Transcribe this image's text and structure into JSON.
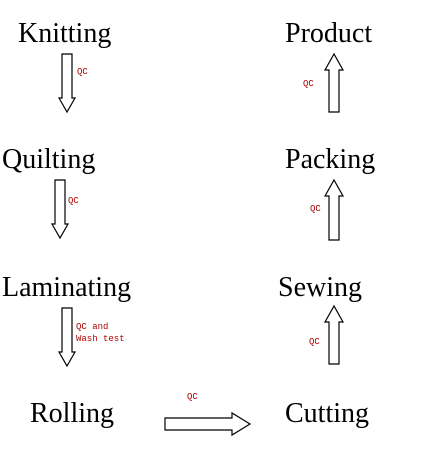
{
  "steps": {
    "knitting": "Knitting",
    "quilting": "Quilting",
    "laminating": "Laminating",
    "rolling": "Rolling",
    "cutting": "Cutting",
    "sewing": "Sewing",
    "packing": "Packing",
    "product": "Product"
  },
  "qc_labels": {
    "knitting_to_quilting": "QC",
    "quilting_to_laminating": "QC",
    "laminating_to_rolling_line1": "QC and",
    "laminating_to_rolling_line2": "Wash test",
    "rolling_to_cutting": "QC",
    "cutting_to_sewing": "QC",
    "sewing_to_packing": "QC",
    "packing_to_product": "QC"
  },
  "colors": {
    "step_text": "#000000",
    "qc_text": "#b00000",
    "arrow_outline": "#000000",
    "arrow_fill": "#ffffff",
    "background": "#ffffff"
  }
}
